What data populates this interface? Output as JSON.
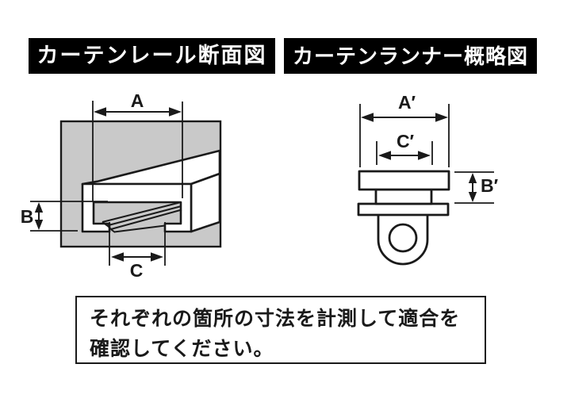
{
  "headers": {
    "rail": "カーテンレール断面図",
    "runner": "カーテンランナー概略図"
  },
  "dimensions": {
    "rail": {
      "width_label": "A",
      "height_label": "B",
      "slot_label": "C"
    },
    "runner": {
      "width_label": "A′",
      "height_label": "B′",
      "neck_label": "C′"
    }
  },
  "note": {
    "line1": "それぞれの箇所の寸法を計測して適合を",
    "line2": "確認してください。"
  },
  "colors": {
    "header_bg": "#000000",
    "header_text": "#ffffff",
    "line": "#1a1a1a",
    "panel_gray": "#c9c9c9",
    "page_bg": "#ffffff"
  }
}
